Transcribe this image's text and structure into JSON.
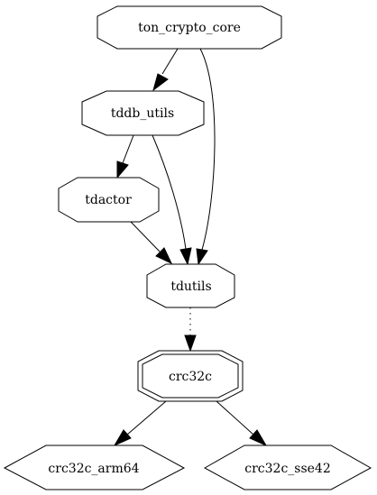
{
  "graph": {
    "nodes": [
      {
        "id": "ton_crypto_core",
        "label": "ton_crypto_core",
        "shape": "octagon"
      },
      {
        "id": "tddb_utils",
        "label": "tddb_utils",
        "shape": "octagon"
      },
      {
        "id": "tdactor",
        "label": "tdactor",
        "shape": "octagon"
      },
      {
        "id": "tdutils",
        "label": "tdutils",
        "shape": "octagon"
      },
      {
        "id": "crc32c",
        "label": "crc32c",
        "shape": "double-octagon"
      },
      {
        "id": "crc32c_arm64",
        "label": "crc32c_arm64",
        "shape": "hexagon"
      },
      {
        "id": "crc32c_sse42",
        "label": "crc32c_sse42",
        "shape": "hexagon"
      }
    ],
    "edges": [
      {
        "from": "ton_crypto_core",
        "to": "tddb_utils",
        "style": "solid"
      },
      {
        "from": "ton_crypto_core",
        "to": "tdutils",
        "style": "solid"
      },
      {
        "from": "tddb_utils",
        "to": "tdactor",
        "style": "solid"
      },
      {
        "from": "tddb_utils",
        "to": "tdutils",
        "style": "solid"
      },
      {
        "from": "tdactor",
        "to": "tdutils",
        "style": "solid"
      },
      {
        "from": "tdutils",
        "to": "crc32c",
        "style": "dotted"
      },
      {
        "from": "crc32c",
        "to": "crc32c_arm64",
        "style": "solid"
      },
      {
        "from": "crc32c",
        "to": "crc32c_sse42",
        "style": "solid"
      }
    ]
  }
}
